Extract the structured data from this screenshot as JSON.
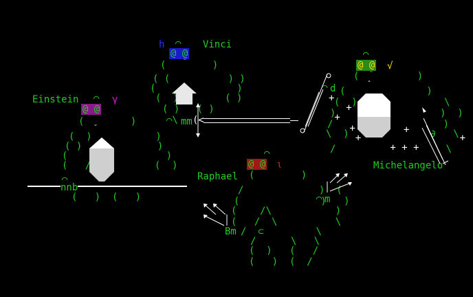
{
  "characters": {
    "einstein": {
      "name": "Einstein",
      "eyes": "@ @",
      "mark": "γ",
      "ground_text": "nnb",
      "eye_bg": "#8a1a8a",
      "mark_color": "#cc22cc"
    },
    "vinci": {
      "name": "Vinci",
      "eyes": "@ @",
      "mark": "h",
      "foot_text": "mm",
      "eye_bg": "#1a1acc",
      "mark_color": "#2233ff"
    },
    "raphael": {
      "name": "Raphael",
      "eyes": "@ @",
      "mark": "ι",
      "hand_text": "Bm",
      "side_text": "m",
      "eye_bg": "#a01818",
      "mark_color": "#cc2222"
    },
    "michelangelo": {
      "name": "Michelangelo",
      "eyes": "@ @",
      "mark": "√",
      "hand_text": "d",
      "eye_bg": "#2a8a1a",
      "mark_color": "#ffdd00"
    }
  },
  "colors": {
    "background": "#000000",
    "figure": "#22cc22",
    "accent": "#ffffff"
  },
  "icons": [
    "sword-icon",
    "arrow-icon",
    "shield-icon",
    "crest-icon"
  ]
}
